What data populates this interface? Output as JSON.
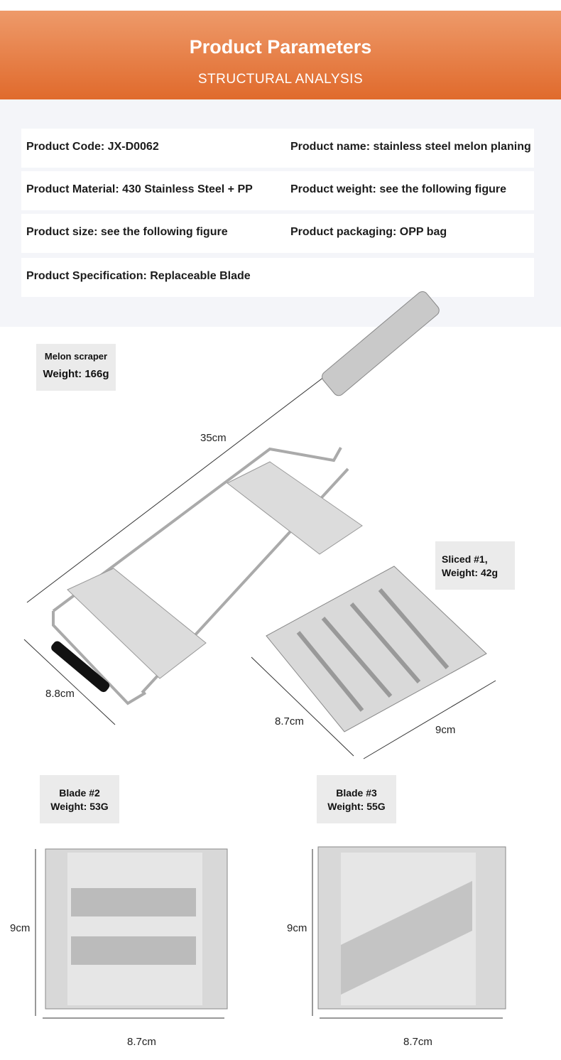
{
  "header": {
    "title": "Product Parameters",
    "subtitle": "STRUCTURAL ANALYSIS",
    "color_top": "#ee9a6a",
    "color_bottom": "#e06a2c"
  },
  "params": [
    [
      "Product Code: JX-D0062",
      "Product name: stainless steel melon planing"
    ],
    [
      "Product Material: 430 Stainless Steel + PP",
      "Product weight: see the following figure"
    ],
    [
      "Product size: see the following figure",
      "Product packaging: OPP bag"
    ],
    [
      "Product Specification: Replaceable Blade",
      ""
    ]
  ],
  "items": {
    "scraper": {
      "name": "Melon scraper",
      "weight": "Weight: 166g",
      "length": "35cm",
      "width": "8.8cm"
    },
    "blade1": {
      "name": "Sliced #1,",
      "weight": "Weight: 42g",
      "depth": "8.7cm",
      "width": "9cm"
    },
    "blade2": {
      "name": "Blade #2",
      "weight": "Weight: 53G",
      "height": "9cm",
      "width": "8.7cm"
    },
    "blade3": {
      "name": "Blade #3",
      "weight": "Weight: 55G",
      "height": "9cm",
      "width": "8.7cm"
    }
  }
}
